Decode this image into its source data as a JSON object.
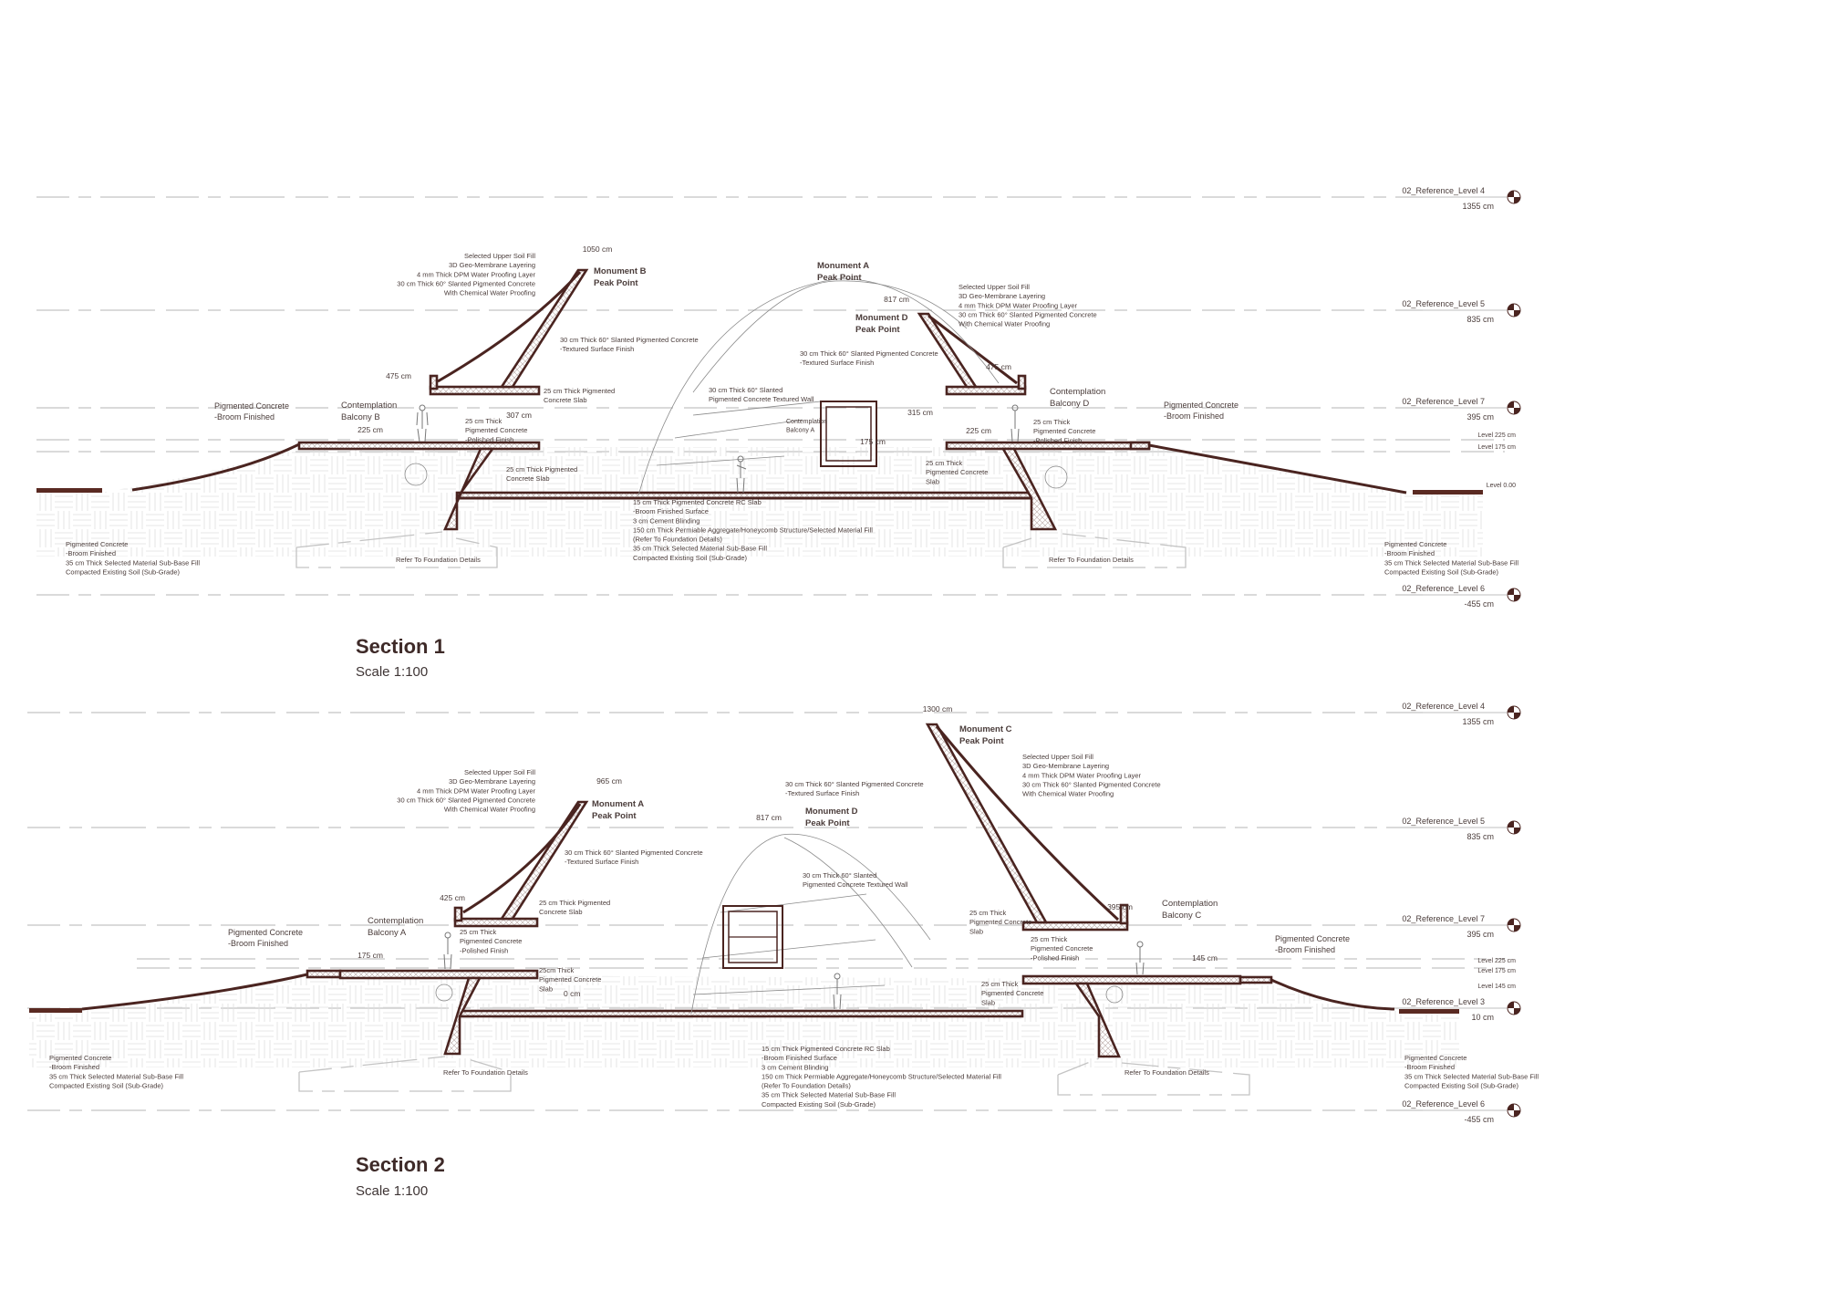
{
  "colors": {
    "structure": "#4a2420",
    "text": "#4a3c3a",
    "reference_line": "#c4c4c4"
  },
  "sections": [
    {
      "title": "Section 1",
      "scale": "Scale 1:100",
      "levels": [
        {
          "name": "02_Reference_Level 4",
          "value": "1355 cm"
        },
        {
          "name": "02_Reference_Level 5",
          "value": "835 cm"
        },
        {
          "name": "02_Reference_Level 7",
          "value": "395 cm"
        },
        {
          "name": "02_Reference_Level 6",
          "value": "-455 cm"
        }
      ],
      "minor_levels": [
        "Level 225 cm",
        "Level 175 cm",
        "Level 0.00"
      ],
      "labels": [
        {
          "lines": [
            "Selected Upper Soil Fill",
            "3D Geo-Membrane Layering",
            "4 mm Thick DPM Water Proofing Layer",
            "30 cm Thick 60° Slanted Pigmented Concrete",
            "With Chemical Water Proofing"
          ]
        },
        {
          "lines": [
            "1050 cm"
          ]
        },
        {
          "lines": [
            "Monument B",
            "Peak Point"
          ]
        },
        {
          "lines": [
            "30 cm Thick  60° Slanted Pigmented Concrete",
            "-Textured Surface Finish"
          ]
        },
        {
          "lines": [
            "475 cm"
          ]
        },
        {
          "lines": [
            "25 cm Thick Pigmented",
            "Concrete Slab"
          ]
        },
        {
          "lines": [
            "Contemplation",
            "Balcony B"
          ]
        },
        {
          "lines": [
            "Pigmented Concrete",
            "-Broom Finished"
          ]
        },
        {
          "lines": [
            "307 cm"
          ]
        },
        {
          "lines": [
            "25 cm Thick",
            "Pigmented Concrete",
            "-Polished Finish"
          ]
        },
        {
          "lines": [
            "225 cm"
          ]
        },
        {
          "lines": [
            "25 cm Thick Pigmented",
            "Concrete Slab"
          ]
        },
        {
          "lines": [
            "Monument A",
            "Peak Point"
          ]
        },
        {
          "lines": [
            "817 cm"
          ]
        },
        {
          "lines": [
            "Monument D",
            "Peak Point"
          ]
        },
        {
          "lines": [
            "Selected Upper Soil Fill",
            "3D Geo-Membrane Layering",
            "4 mm Thick DPM Water Proofing Layer",
            "30 cm Thick 60° Slanted Pigmented Concrete",
            "With Chemical Water Proofing"
          ]
        },
        {
          "lines": [
            "30 cm Thick  60° Slanted Pigmented Concrete",
            "-Textured Surface Finish"
          ]
        },
        {
          "lines": [
            "30 cm Thick  60° Slanted",
            "Pigmented Concrete Textured Wall"
          ]
        },
        {
          "lines": [
            "475 cm"
          ]
        },
        {
          "lines": [
            "Contemplation",
            "Balcony D"
          ]
        },
        {
          "lines": [
            "Contemplation",
            "Balcony A"
          ]
        },
        {
          "lines": [
            "315 cm"
          ]
        },
        {
          "lines": [
            "225 cm"
          ]
        },
        {
          "lines": [
            "25 cm Thick",
            "Pigmented Concrete",
            "-Polished Finish"
          ]
        },
        {
          "lines": [
            "Pigmented Concrete",
            "-Broom Finished"
          ]
        },
        {
          "lines": [
            "175 cm"
          ]
        },
        {
          "lines": [
            "25 cm Thick",
            "Pigmented Concrete",
            "Slab"
          ]
        },
        {
          "lines": [
            "15 cm Thick Pigmented Concrete RC Slab",
            "-Broom Finished Surface",
            "3 cm Cement Blinding",
            "150 cm Thick Permiable Aggregate/Honeycomb Structure/Selected Material Fill",
            "(Refer To Foundation Details)",
            "35 cm Thick Selected Material Sub-Base Fill",
            "Compacted Existing Soil (Sub-Grade)"
          ]
        },
        {
          "lines": [
            "Pigmented Concrete",
            "-Broom Finished",
            "35 cm Thick Selected Material Sub-Base Fill",
            "Compacted Existing Soil (Sub-Grade)"
          ]
        },
        {
          "lines": [
            "Refer To Foundation Details"
          ]
        },
        {
          "lines": [
            "Refer To Foundation Details"
          ]
        },
        {
          "lines": [
            "Pigmented Concrete",
            "-Broom Finished",
            "35 cm Thick Selected Material Sub-Base Fill",
            "Compacted Existing Soil (Sub-Grade)"
          ]
        }
      ]
    },
    {
      "title": "Section 2",
      "scale": "Scale 1:100",
      "levels": [
        {
          "name": "02_Reference_Level 4",
          "value": "1355 cm"
        },
        {
          "name": "02_Reference_Level 5",
          "value": "835 cm"
        },
        {
          "name": "02_Reference_Level 7",
          "value": "395 cm"
        },
        {
          "name": "02_Reference_Level 3",
          "value": "10 cm"
        },
        {
          "name": "02_Reference_Level 6",
          "value": "-455 cm"
        }
      ],
      "minor_levels": [
        "Level 225 cm",
        "Level 175 cm",
        "Level 145 cm"
      ],
      "labels": [
        {
          "lines": [
            "Selected Upper Soil Fill",
            "3D Geo-Membrane Layering",
            "4 mm Thick DPM Water Proofing Layer",
            "30 cm Thick 60° Slanted Pigmented Concrete",
            "With Chemical Water Proofing"
          ]
        },
        {
          "lines": [
            "965 cm"
          ]
        },
        {
          "lines": [
            "Monument A",
            "Peak Point"
          ]
        },
        {
          "lines": [
            "30 cm Thick  60° Slanted Pigmented Concrete",
            "-Textured Surface Finish"
          ]
        },
        {
          "lines": [
            "425 cm"
          ]
        },
        {
          "lines": [
            "25 cm Thick Pigmented",
            "Concrete Slab"
          ]
        },
        {
          "lines": [
            "Contemplation",
            "Balcony A"
          ]
        },
        {
          "lines": [
            "Pigmented Concrete",
            "-Broom Finished"
          ]
        },
        {
          "lines": [
            "25 cm Thick",
            "Pigmented Concrete",
            "-Polished Finish"
          ]
        },
        {
          "lines": [
            "175 cm"
          ]
        },
        {
          "lines": [
            "25cm Thick",
            "Pigmented Concrete",
            "Slab"
          ]
        },
        {
          "lines": [
            "0 cm"
          ]
        },
        {
          "lines": [
            "1300 cm"
          ]
        },
        {
          "lines": [
            "Monument C",
            "Peak Point"
          ]
        },
        {
          "lines": [
            "30 cm Thick  60° Slanted Pigmented Concrete",
            "-Textured Surface Finish"
          ]
        },
        {
          "lines": [
            "817 cm"
          ]
        },
        {
          "lines": [
            "Monument D",
            "Peak Point"
          ]
        },
        {
          "lines": [
            "Selected Upper Soil Fill",
            "3D Geo-Membrane Layering",
            "4 mm Thick DPM Water Proofing Layer",
            "30 cm Thick 60° Slanted Pigmented Concrete",
            "With Chemical Water Proofing"
          ]
        },
        {
          "lines": [
            "30 cm Thick  60° Slanted",
            "Pigmented Concrete Textured Wall"
          ]
        },
        {
          "lines": [
            "25 cm Thick",
            "Pigmented Concrete",
            "Slab"
          ]
        },
        {
          "lines": [
            "395 cm"
          ]
        },
        {
          "lines": [
            "Contemplation",
            "Balcony C"
          ]
        },
        {
          "lines": [
            "25 cm Thick",
            "Pigmented Concrete",
            "-Polished Finish"
          ]
        },
        {
          "lines": [
            "145 cm"
          ]
        },
        {
          "lines": [
            "Pigmented Concrete",
            "-Broom Finished"
          ]
        },
        {
          "lines": [
            "25 cm Thick",
            "Pigmented Concrete",
            "Slab"
          ]
        },
        {
          "lines": [
            "15 cm Thick Pigmented Concrete RC Slab",
            "-Broom Finished Surface",
            "3 cm Cement Blinding",
            "150 cm Thick Permiable Aggregate/Honeycomb Structure/Selected Material Fill",
            "(Refer To Foundation Details)",
            "35 cm Thick Selected Material Sub-Base Fill",
            "Compacted Existing Soil (Sub-Grade)"
          ]
        },
        {
          "lines": [
            "Pigmented Concrete",
            "-Broom Finished",
            "35 cm Thick Selected Material Sub-Base Fill",
            "Compacted Existing Soil (Sub-Grade)"
          ]
        },
        {
          "lines": [
            "Refer To Foundation Details"
          ]
        },
        {
          "lines": [
            "Refer To Foundation Details"
          ]
        },
        {
          "lines": [
            "Pigmented Concrete",
            "-Broom Finished",
            "35 cm Thick Selected Material Sub-Base Fill",
            "Compacted Existing Soil (Sub-Grade)"
          ]
        }
      ]
    }
  ]
}
